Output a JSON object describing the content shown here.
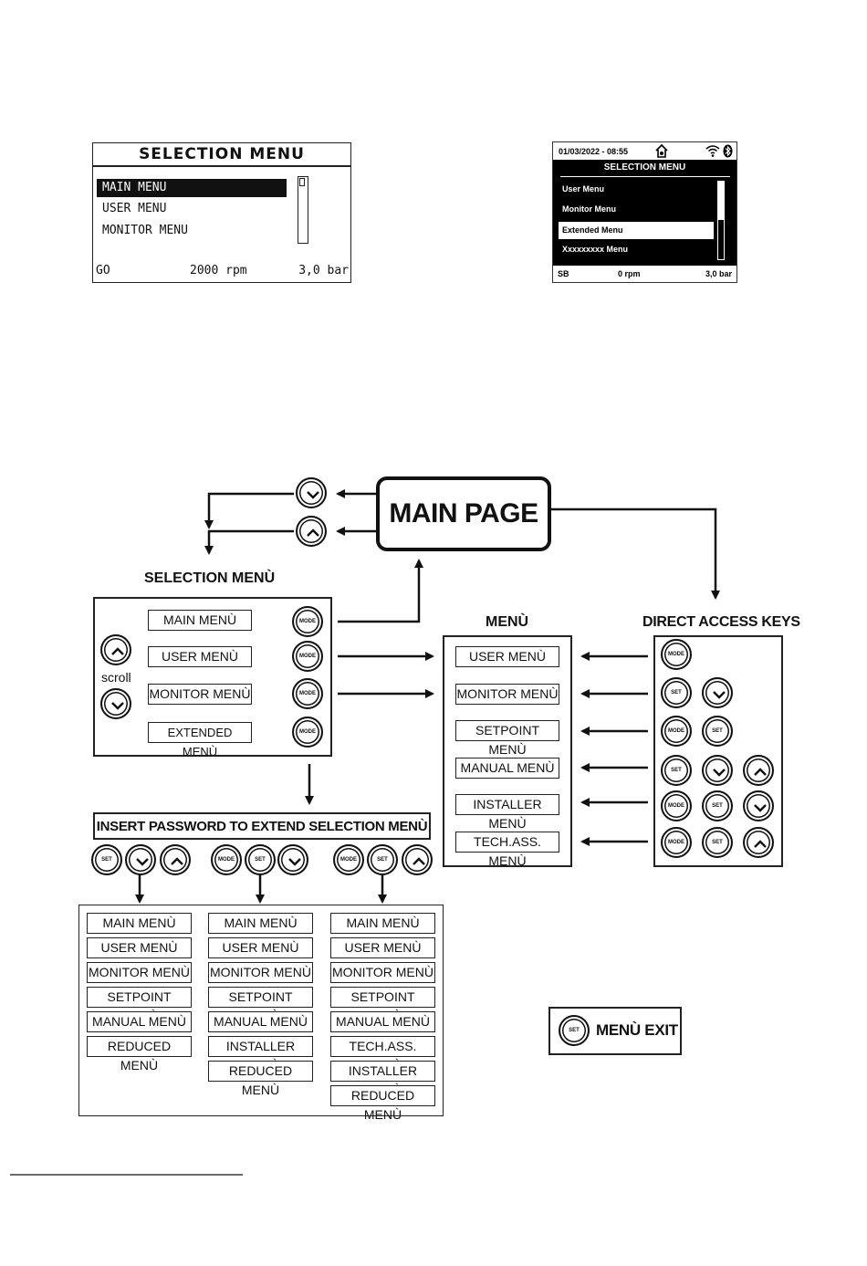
{
  "screen1": {
    "title": "SELECTION MENU",
    "items": [
      "MAIN MENU",
      "USER MENU",
      "MONITOR MENU"
    ],
    "status": "GO",
    "speed": "2000 rpm",
    "pressure": "3,0 bar"
  },
  "screen2": {
    "datetime": "01/03/2022 - 08:55",
    "title": "SELECTION MENU",
    "items": [
      "User Menu",
      "Monitor Menu",
      "Extended Menu",
      "Xxxxxxxxx Menu"
    ],
    "status": "SB",
    "speed": "0 rpm",
    "pressure": "3,0 bar"
  },
  "diagram": {
    "main_page": "MAIN PAGE",
    "selection_title": "SELECTION MENÙ",
    "selection_items": [
      "MAIN MENÙ",
      "USER MENÙ",
      "MONITOR MENÙ",
      "EXTENDED MENÙ"
    ],
    "scroll": "scroll",
    "menu_title": "MENÙ",
    "menu_items": [
      "USER MENÙ",
      "MONITOR MENÙ",
      "SETPOINT MENÙ",
      "MANUAL MENÙ",
      "INSTALLER MENÙ",
      "TECH.ASS. MENÙ"
    ],
    "direct_title": "DIRECT ACCESS KEYS",
    "password": "INSERT PASSWORD TO EXTEND SELECTION MENÙ",
    "col1": [
      "MAIN MENÙ",
      "USER MENÙ",
      "MONITOR MENÙ",
      "SETPOINT MENÙ",
      "MANUAL MENÙ",
      "REDUCED MENÙ"
    ],
    "col2": [
      "MAIN MENÙ",
      "USER MENÙ",
      "MONITOR MENÙ",
      "SETPOINT MENÙ",
      "MANUAL MENÙ",
      "INSTALLER MENÙ",
      "REDUCED MENÙ"
    ],
    "col3": [
      "MAIN MENÙ",
      "USER MENÙ",
      "MONITOR MENÙ",
      "SETPOINT MENÙ",
      "MANUAL MENÙ",
      "TECH.ASS. MENÙ",
      "INSTALLER MENÙ",
      "REDUCED MENÙ"
    ],
    "menu_exit": "MENÙ EXIT",
    "key_mode": "MODE",
    "key_set": "SET"
  }
}
